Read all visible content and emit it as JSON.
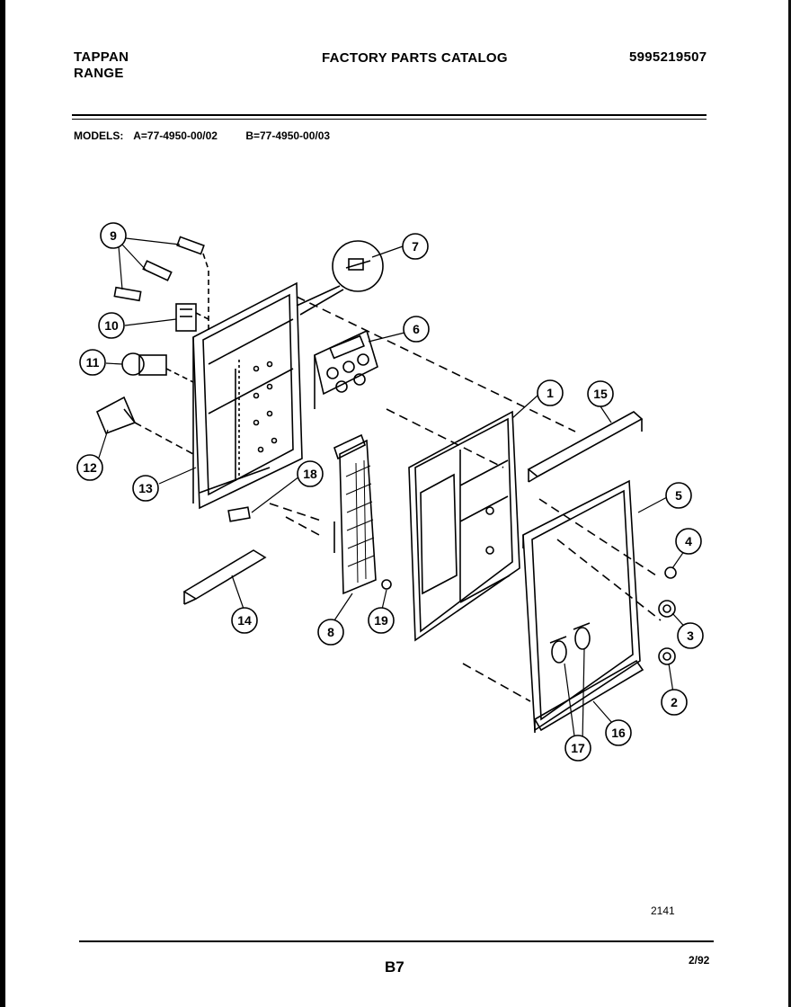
{
  "header": {
    "brand_line1": "TAPPAN",
    "brand_line2": "RANGE",
    "title": "FACTORY PARTS CATALOG",
    "catalog_number": "5995219507"
  },
  "models": {
    "label": "MODELS:",
    "model_a": "A=77-4950-00/02",
    "model_b": "B=77-4950-00/03"
  },
  "callouts": [
    "1",
    "2",
    "3",
    "4",
    "5",
    "6",
    "7",
    "8",
    "9",
    "10",
    "11",
    "12",
    "13",
    "14",
    "15",
    "16",
    "17",
    "18",
    "19"
  ],
  "footer": {
    "figure_number": "2141",
    "page": "B7",
    "date": "2/92"
  }
}
